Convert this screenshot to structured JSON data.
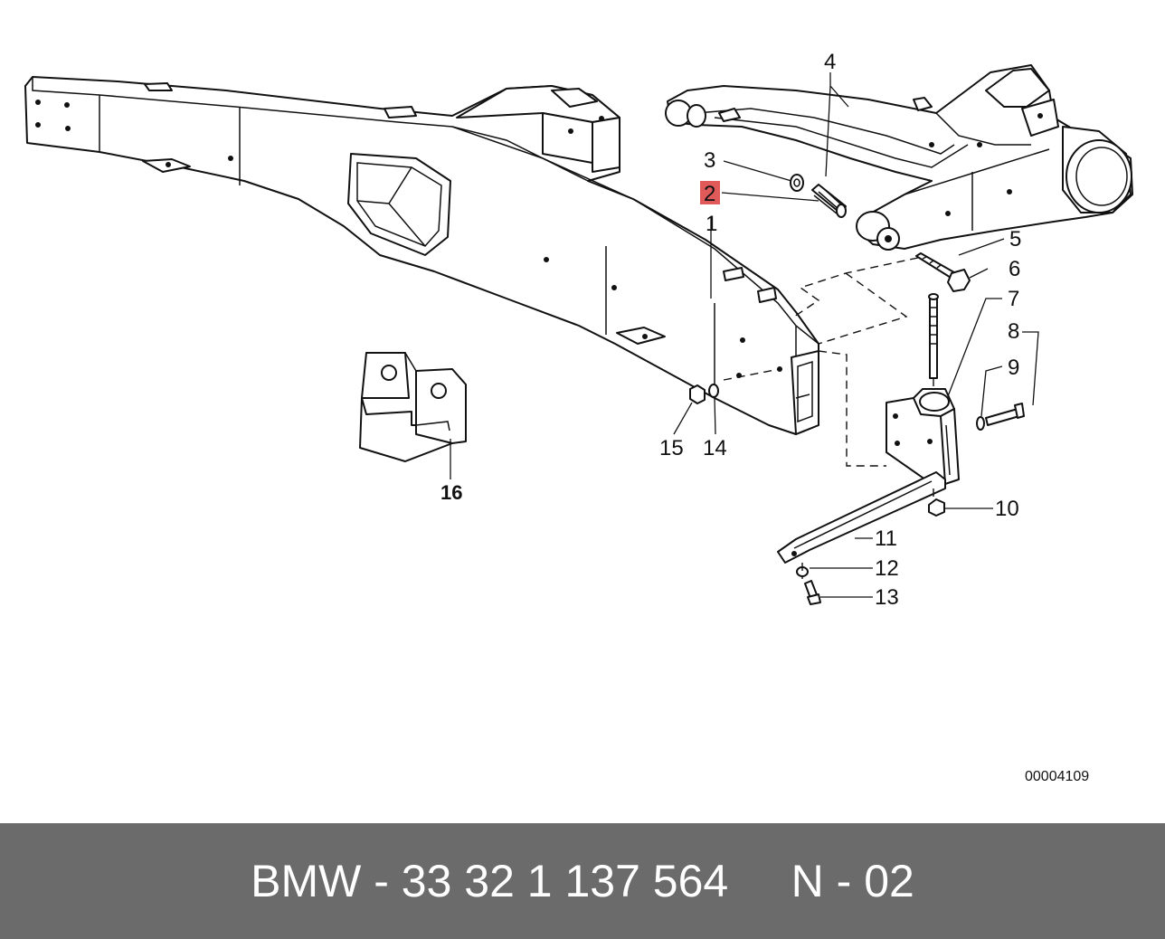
{
  "diagram": {
    "callouts": [
      {
        "id": "c1",
        "label": "1"
      },
      {
        "id": "c2",
        "label": "2",
        "highlight": true
      },
      {
        "id": "c3",
        "label": "3"
      },
      {
        "id": "c4",
        "label": "4"
      },
      {
        "id": "c5",
        "label": "5"
      },
      {
        "id": "c6",
        "label": "6"
      },
      {
        "id": "c7",
        "label": "7"
      },
      {
        "id": "c8",
        "label": "8"
      },
      {
        "id": "c9",
        "label": "9"
      },
      {
        "id": "c10",
        "label": "10"
      },
      {
        "id": "c11",
        "label": "11"
      },
      {
        "id": "c12",
        "label": "12"
      },
      {
        "id": "c13",
        "label": "13"
      },
      {
        "id": "c14",
        "label": "14"
      },
      {
        "id": "c15",
        "label": "15"
      },
      {
        "id": "c16",
        "label": "16"
      }
    ],
    "reference_number": "00004109",
    "highlight_color": "#e05a5a"
  },
  "footer": {
    "text": "BMW - 33 32 1 137 564     N - 02",
    "background_color": "#6b6b6b",
    "text_color": "#ffffff"
  }
}
